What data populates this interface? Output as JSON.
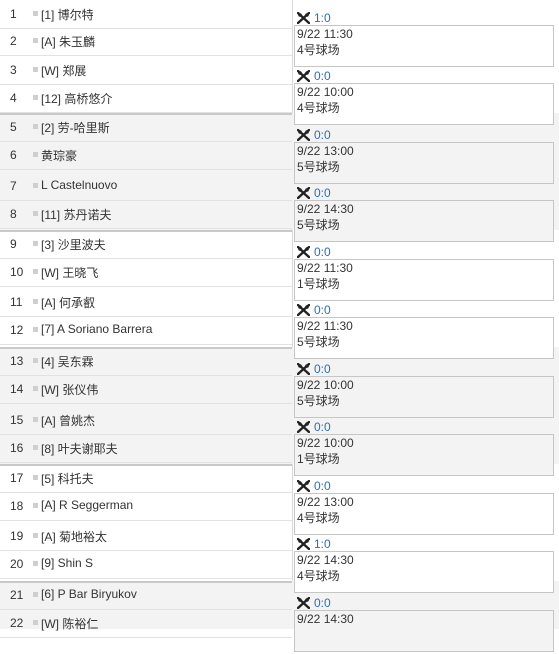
{
  "players": [
    {
      "num": "1",
      "name": "[1] 博尔特"
    },
    {
      "num": "2",
      "name": "[A] 朱玉麟"
    },
    {
      "num": "3",
      "name": "[W] 郑展"
    },
    {
      "num": "4",
      "name": "[12] 高桥悠介"
    },
    {
      "num": "5",
      "name": "[2] 劳-哈里斯"
    },
    {
      "num": "6",
      "name": "黄琮豪"
    },
    {
      "num": "7",
      "name": "L Castelnuovo"
    },
    {
      "num": "8",
      "name": "[11] 苏丹诺夫"
    },
    {
      "num": "9",
      "name": "[3] 沙里波夫"
    },
    {
      "num": "10",
      "name": "[W] 王晓飞"
    },
    {
      "num": "11",
      "name": "[A] 何承叡"
    },
    {
      "num": "12",
      "name": "[7] A Soriano Barrera"
    },
    {
      "num": "13",
      "name": "[4] 吴东霖"
    },
    {
      "num": "14",
      "name": "[W] 张仪伟"
    },
    {
      "num": "15",
      "name": "[A] 曾姚杰"
    },
    {
      "num": "16",
      "name": "[8] 叶夫谢耶夫"
    },
    {
      "num": "17",
      "name": "[5] 科托夫"
    },
    {
      "num": "18",
      "name": "[A] R Seggerman"
    },
    {
      "num": "19",
      "name": "[A] 菊地裕太"
    },
    {
      "num": "20",
      "name": "[9] Shin S"
    },
    {
      "num": "21",
      "name": "[6] P Bar Biryukov"
    },
    {
      "num": "22",
      "name": "[W] 陈裕仁"
    }
  ],
  "matches": [
    {
      "score": "1:0",
      "time": "9/22 11:30",
      "court": "4号球场"
    },
    {
      "score": "0:0",
      "time": "9/22 10:00",
      "court": "4号球场"
    },
    {
      "score": "0:0",
      "time": "9/22 13:00",
      "court": "5号球场"
    },
    {
      "score": "0:0",
      "time": "9/22 14:30",
      "court": "5号球场"
    },
    {
      "score": "0:0",
      "time": "9/22 11:30",
      "court": "1号球场"
    },
    {
      "score": "0:0",
      "time": "9/22 11:30",
      "court": "5号球场"
    },
    {
      "score": "0:0",
      "time": "9/22 10:00",
      "court": "5号球场"
    },
    {
      "score": "0:0",
      "time": "9/22 10:00",
      "court": "1号球场"
    },
    {
      "score": "0:0",
      "time": "9/22 13:00",
      "court": "4号球场"
    },
    {
      "score": "1:0",
      "time": "9/22 14:30",
      "court": "4号球场"
    },
    {
      "score": "0:0",
      "time": "9/22 14:30",
      "court": ""
    }
  ],
  "colors": {
    "score": "#2a6ebb",
    "shade": "#f3f3f3",
    "divider": "#c9c9c9"
  },
  "icons": {
    "match_icon": "crossed-rackets-icon",
    "checkbox": "checkbox-icon"
  }
}
